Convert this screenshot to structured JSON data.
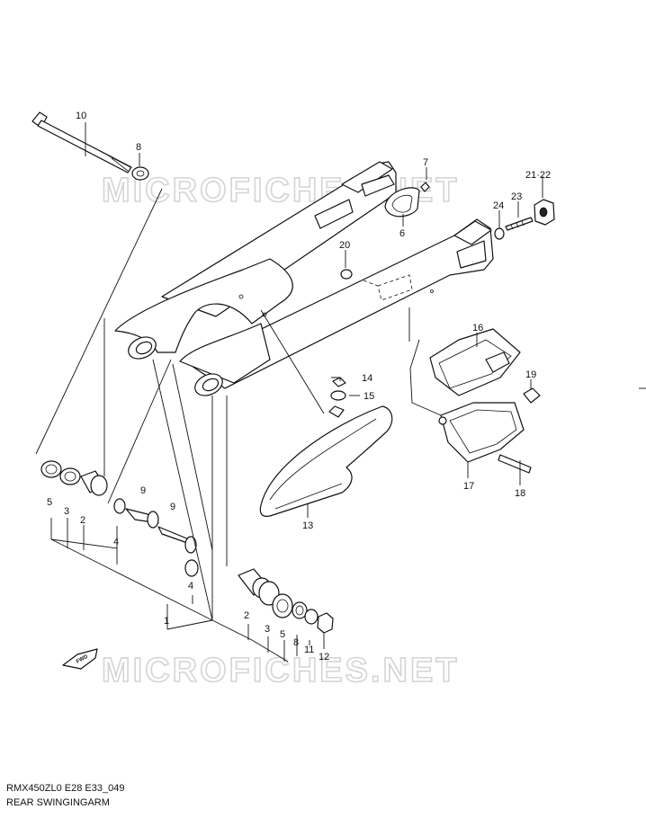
{
  "diagram": {
    "code": "RMX450ZL0 E28 E33_049",
    "title": "REAR SWINGINGARM",
    "watermark": "MICROFICHES.NET",
    "fwd_label": "FWD",
    "callouts": {
      "c10": "10",
      "c8a": "8",
      "c7": "7",
      "c2122": "21·22",
      "c23": "23",
      "c24": "24",
      "c6": "6",
      "c20": "20",
      "c16": "16",
      "c19": "19",
      "c14": "14",
      "c15": "15",
      "c17": "17",
      "c18": "18",
      "c13": "13",
      "c5a": "5",
      "c3a": "3",
      "c2a": "2",
      "c9a": "9",
      "c9b": "9",
      "c4a": "4",
      "c4b": "4",
      "c1": "1",
      "c2b": "2",
      "c3b": "3",
      "c5b": "5",
      "c8b": "8",
      "c11": "11",
      "c12": "12"
    }
  }
}
